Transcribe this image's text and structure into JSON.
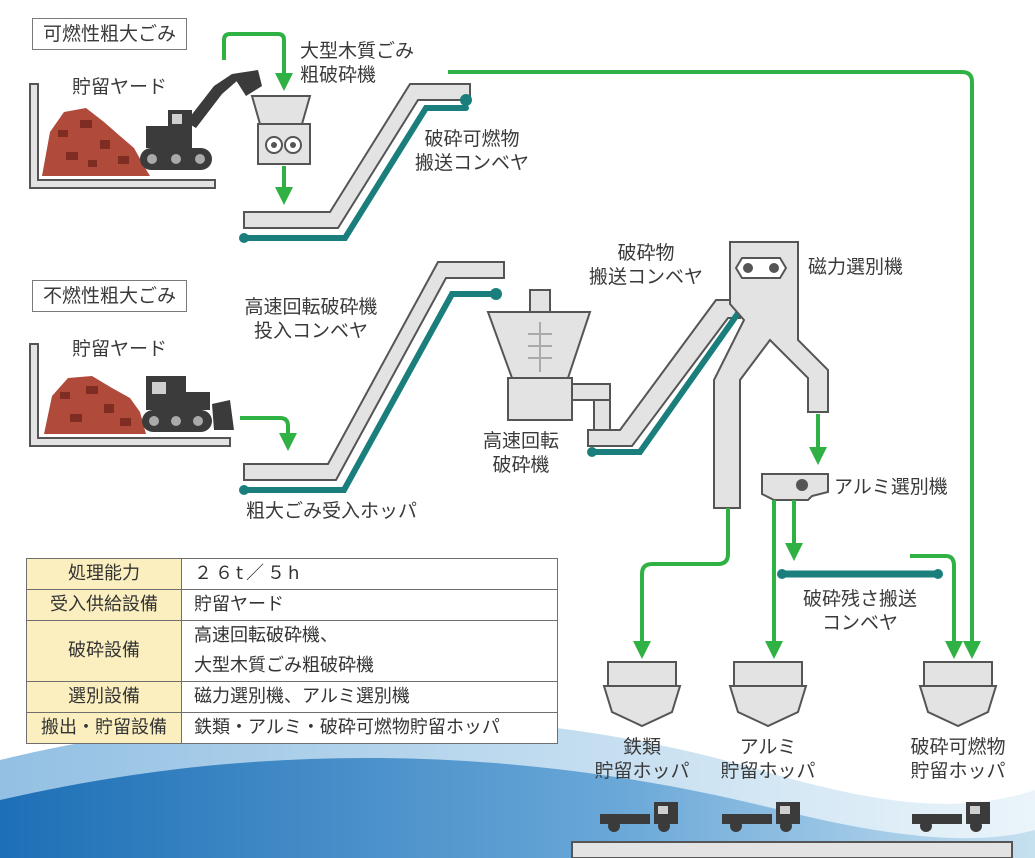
{
  "labels": {
    "combustible_bulky": "可燃性粗大ごみ",
    "storage_yard_1": "貯留ヤード",
    "wood_crusher_l1": "大型木質ごみ",
    "wood_crusher_l2": "粗破砕機",
    "crushed_comb_conv_l1": "破砕可燃物",
    "crushed_comb_conv_l2": "搬送コンベヤ",
    "noncombustible_bulky": "不燃性粗大ごみ",
    "storage_yard_2": "貯留ヤード",
    "hs_input_conv_l1": "高速回転破砕機",
    "hs_input_conv_l2": "投入コンベヤ",
    "crushed_conv_l1": "破砕物",
    "crushed_conv_l2": "搬送コンベヤ",
    "magnetic_sep": "磁力選別機",
    "hs_crusher_l1": "高速回転",
    "hs_crusher_l2": "破砕機",
    "intake_hopper": "粗大ごみ受入ホッパ",
    "alum_sep": "アルミ選別機",
    "residue_conv_l1": "破砕残さ搬送",
    "residue_conv_l2": "コンベヤ",
    "hopper_iron_l1": "鉄類",
    "hopper_iron_l2": "貯留ホッパ",
    "hopper_alum_l1": "アルミ",
    "hopper_alum_l2": "貯留ホッパ",
    "hopper_comb_l1": "破砕可燃物",
    "hopper_comb_l2": "貯留ホッパ"
  },
  "spec_table": [
    {
      "key": "処理能力",
      "lines": [
        "２６t／５h"
      ]
    },
    {
      "key": "受入供給設備",
      "lines": [
        "貯留ヤード"
      ]
    },
    {
      "key": "破砕設備",
      "lines": [
        "高速回転破砕機、",
        "大型木質ごみ粗破砕機"
      ]
    },
    {
      "key": "選別設備",
      "lines": [
        "磁力選別機、アルミ選別機"
      ]
    },
    {
      "key": "搬出・貯留設備",
      "lines": [
        "鉄類・アルミ・破砕可燃物貯留ホッパ"
      ]
    }
  ],
  "colors": {
    "flow_arrow": "#2fb143",
    "belt": "#1a7f7c",
    "machine_fill": "#e3e3e3",
    "machine_stroke": "#555555",
    "waste_pile": "#b04a3a",
    "table_header": "#fbefc0",
    "background_wave": "#1c6fb8"
  }
}
